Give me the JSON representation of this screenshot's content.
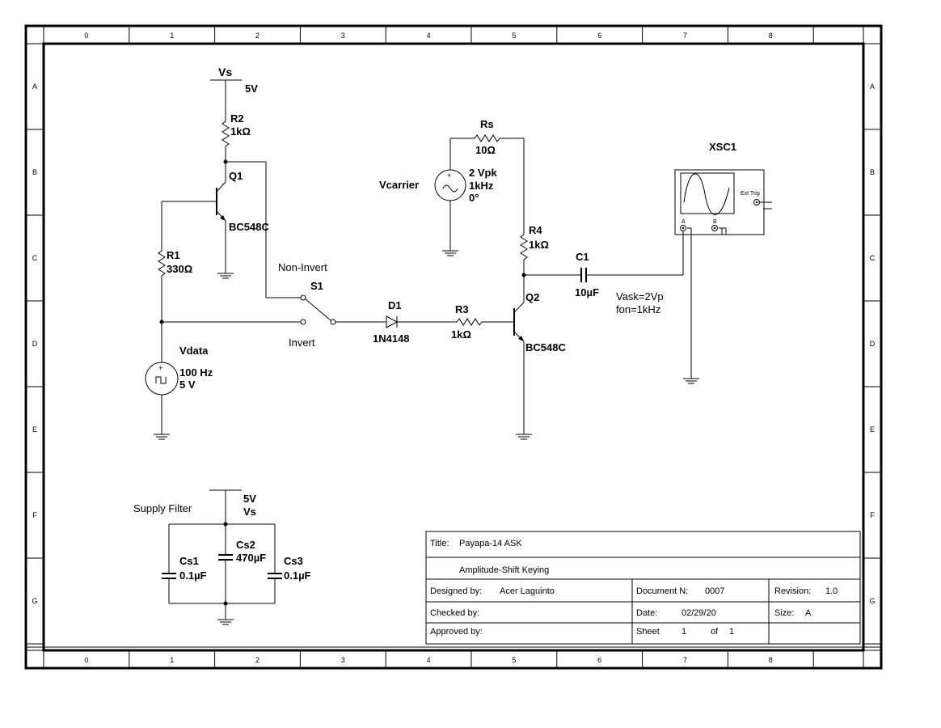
{
  "frame": {
    "columns": [
      "0",
      "1",
      "2",
      "3",
      "4",
      "5",
      "6",
      "7",
      "8"
    ],
    "rows": [
      "A",
      "B",
      "C",
      "D",
      "E",
      "F",
      "G"
    ]
  },
  "components": {
    "vs_top": {
      "name": "Vs",
      "value": "5V"
    },
    "r2": {
      "name": "R2",
      "value": "1kΩ"
    },
    "q1": {
      "name": "Q1",
      "model": "BC548C"
    },
    "r1": {
      "name": "R1",
      "value": "330Ω"
    },
    "vdata": {
      "name": "Vdata",
      "freq": "100 Hz",
      "amp": "5 V"
    },
    "s1": {
      "name": "S1",
      "pos_a": "Non-Invert",
      "pos_b": "Invert"
    },
    "d1": {
      "name": "D1",
      "model": "1N4148"
    },
    "r3": {
      "name": "R3",
      "value": "1kΩ"
    },
    "rs": {
      "name": "Rs",
      "value": "10Ω"
    },
    "vcarrier": {
      "name": "Vcarrier",
      "amp": "2 Vpk",
      "freq": "1kHz",
      "phase": "0°"
    },
    "r4": {
      "name": "R4",
      "value": "1kΩ"
    },
    "q2": {
      "name": "Q2",
      "model": "BC548C"
    },
    "c1": {
      "name": "C1",
      "value": "10µF"
    },
    "xsc1": {
      "name": "XSC1",
      "ext_trig": "Ext Trig",
      "ch_a": "A",
      "ch_b": "B"
    },
    "note": {
      "line1": "Vask=2Vp",
      "line2": "fon=1kHz"
    },
    "supply": {
      "title": "Supply Filter",
      "value": "5V",
      "name": "Vs"
    },
    "cs1": {
      "name": "Cs1",
      "value": "0.1µF"
    },
    "cs2": {
      "name": "Cs2",
      "value": "470µF"
    },
    "cs3": {
      "name": "Cs3",
      "value": "0.1µF"
    }
  },
  "title_block": {
    "title_label": "Title:",
    "title": "Payapa-14 ASK",
    "subtitle": "Amplitude-Shift Keying",
    "designed_label": "Designed by:",
    "designed": "Acer Laguinto",
    "doc_label": "Document N:",
    "doc": "0007",
    "rev_label": "Revision:",
    "rev": "1.0",
    "checked_label": "Checked by:",
    "date_label": "Date:",
    "date": "02/29/20",
    "size_label": "Size:",
    "size": "A",
    "approved_label": "Approved by:",
    "sheet_label": "Sheet",
    "sheet": "1",
    "of_label": "of",
    "of": "1"
  }
}
